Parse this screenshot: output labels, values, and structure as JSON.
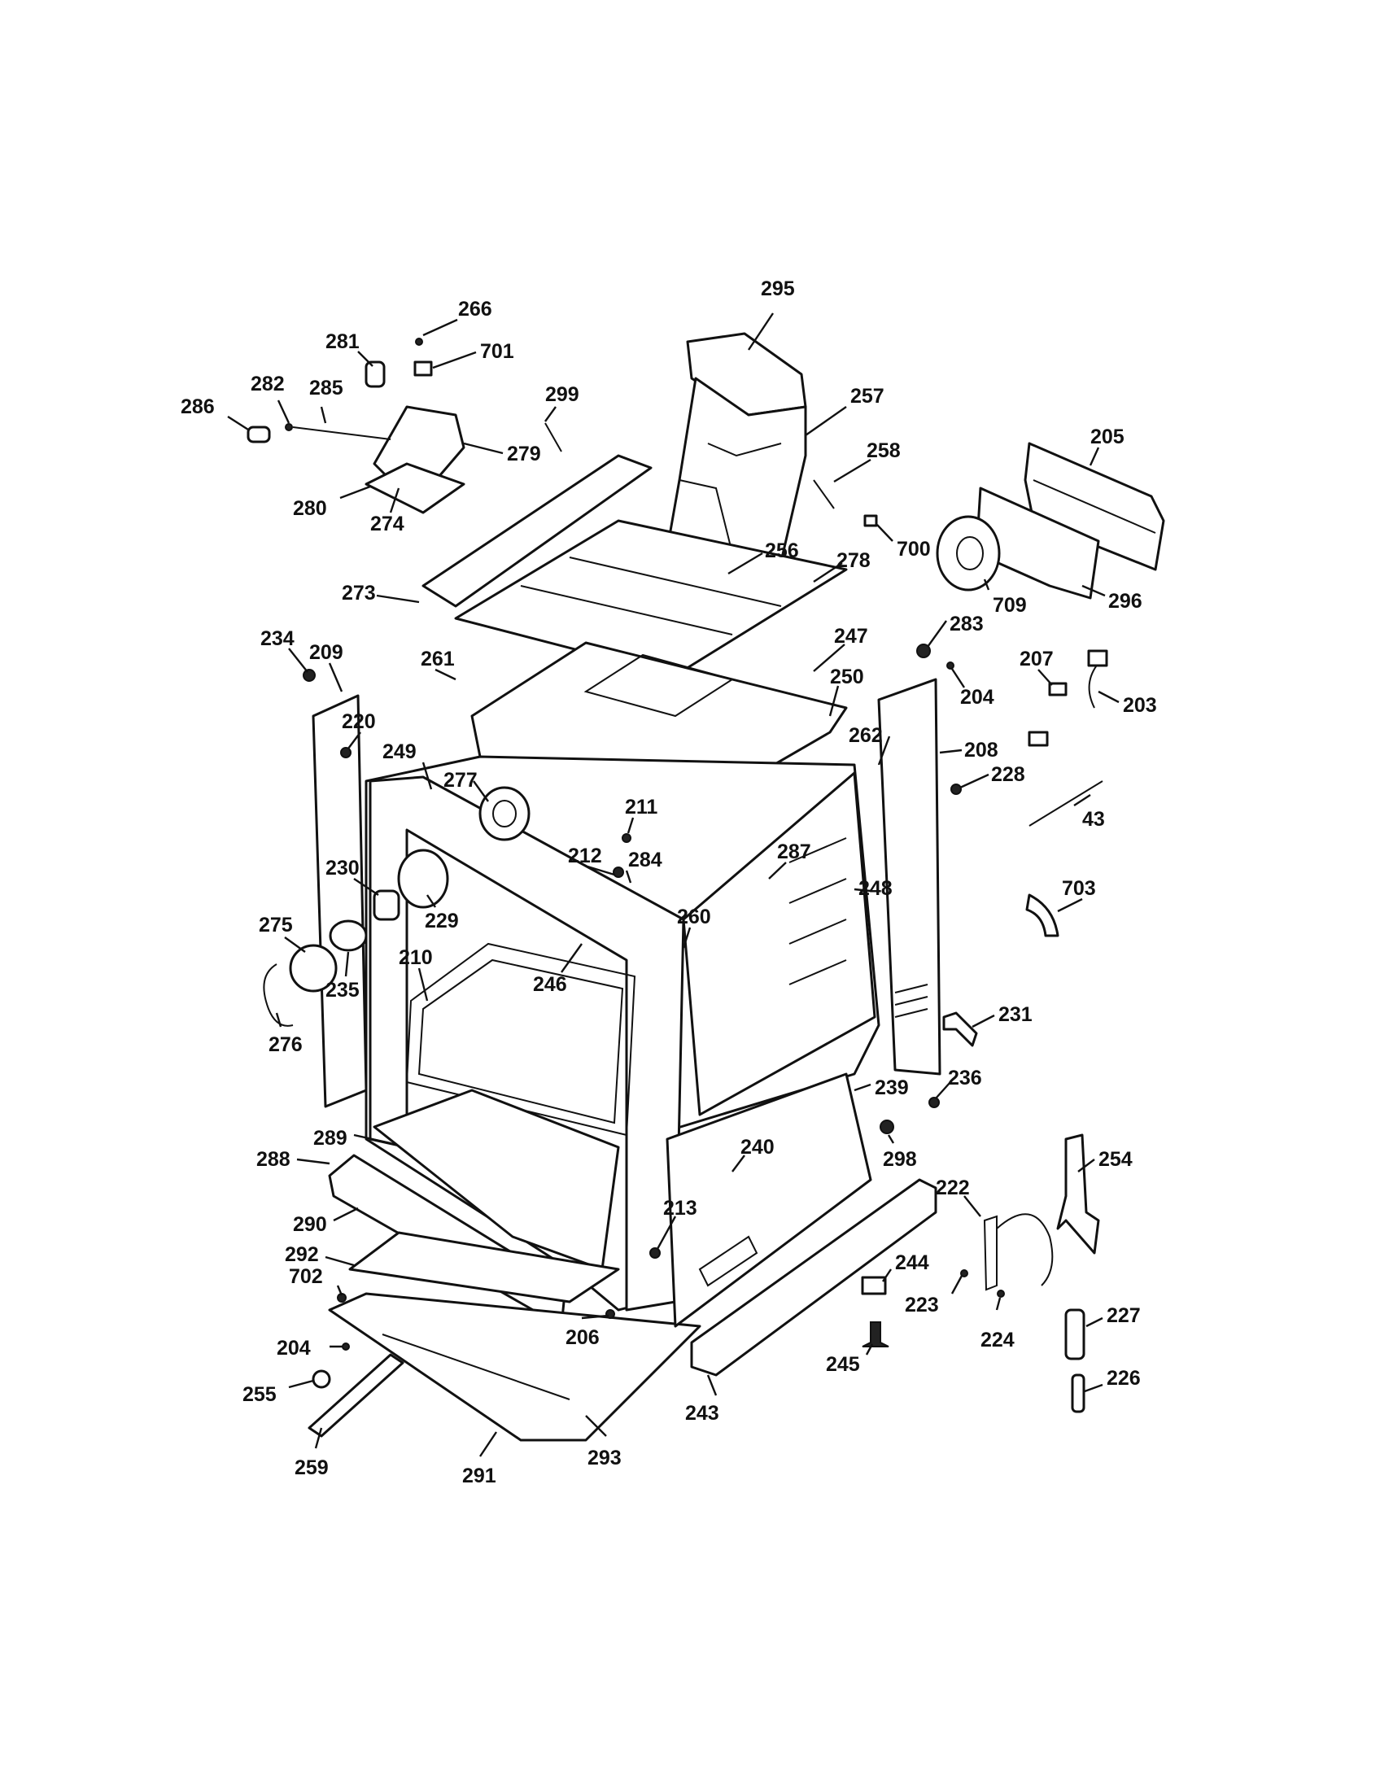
{
  "diagram": {
    "callouts": [
      {
        "id": "c295",
        "label": "295"
      },
      {
        "id": "c266",
        "label": "266"
      },
      {
        "id": "c281",
        "label": "281"
      },
      {
        "id": "c701",
        "label": "701"
      },
      {
        "id": "c257",
        "label": "257"
      },
      {
        "id": "c282",
        "label": "282"
      },
      {
        "id": "c285",
        "label": "285"
      },
      {
        "id": "c299",
        "label": "299"
      },
      {
        "id": "c286",
        "label": "286"
      },
      {
        "id": "c205",
        "label": "205"
      },
      {
        "id": "c279",
        "label": "279"
      },
      {
        "id": "c258",
        "label": "258"
      },
      {
        "id": "c280",
        "label": "280"
      },
      {
        "id": "c274",
        "label": "274"
      },
      {
        "id": "c700",
        "label": "700"
      },
      {
        "id": "c256",
        "label": "256"
      },
      {
        "id": "c278",
        "label": "278"
      },
      {
        "id": "c273",
        "label": "273"
      },
      {
        "id": "c709",
        "label": "709"
      },
      {
        "id": "c296",
        "label": "296"
      },
      {
        "id": "c283",
        "label": "283"
      },
      {
        "id": "c234",
        "label": "234"
      },
      {
        "id": "c247",
        "label": "247"
      },
      {
        "id": "c209",
        "label": "209"
      },
      {
        "id": "c261",
        "label": "261"
      },
      {
        "id": "c207",
        "label": "207"
      },
      {
        "id": "c250",
        "label": "250"
      },
      {
        "id": "c204a",
        "label": "204"
      },
      {
        "id": "c203",
        "label": "203"
      },
      {
        "id": "c220",
        "label": "220"
      },
      {
        "id": "c262",
        "label": "262"
      },
      {
        "id": "c208",
        "label": "208"
      },
      {
        "id": "c249",
        "label": "249"
      },
      {
        "id": "c228",
        "label": "228"
      },
      {
        "id": "c277",
        "label": "277"
      },
      {
        "id": "c43",
        "label": "43"
      },
      {
        "id": "c211",
        "label": "211"
      },
      {
        "id": "c287",
        "label": "287"
      },
      {
        "id": "c212",
        "label": "212"
      },
      {
        "id": "c284",
        "label": "284"
      },
      {
        "id": "c230",
        "label": "230"
      },
      {
        "id": "c248",
        "label": "248"
      },
      {
        "id": "c703",
        "label": "703"
      },
      {
        "id": "c229",
        "label": "229"
      },
      {
        "id": "c275",
        "label": "275"
      },
      {
        "id": "c260",
        "label": "260"
      },
      {
        "id": "c210",
        "label": "210"
      },
      {
        "id": "c246",
        "label": "246"
      },
      {
        "id": "c235",
        "label": "235"
      },
      {
        "id": "c231",
        "label": "231"
      },
      {
        "id": "c276",
        "label": "276"
      },
      {
        "id": "c236",
        "label": "236"
      },
      {
        "id": "c239",
        "label": "239"
      },
      {
        "id": "c289",
        "label": "289"
      },
      {
        "id": "c298",
        "label": "298"
      },
      {
        "id": "c288",
        "label": "288"
      },
      {
        "id": "c240",
        "label": "240"
      },
      {
        "id": "c254",
        "label": "254"
      },
      {
        "id": "c222",
        "label": "222"
      },
      {
        "id": "c290",
        "label": "290"
      },
      {
        "id": "c213",
        "label": "213"
      },
      {
        "id": "c292",
        "label": "292"
      },
      {
        "id": "c244",
        "label": "244"
      },
      {
        "id": "c702",
        "label": "702"
      },
      {
        "id": "c223",
        "label": "223"
      },
      {
        "id": "c227",
        "label": "227"
      },
      {
        "id": "c206",
        "label": "206"
      },
      {
        "id": "c224",
        "label": "224"
      },
      {
        "id": "c204b",
        "label": "204"
      },
      {
        "id": "c245",
        "label": "245"
      },
      {
        "id": "c226",
        "label": "226"
      },
      {
        "id": "c255",
        "label": "255"
      },
      {
        "id": "c243",
        "label": "243"
      },
      {
        "id": "c293",
        "label": "293"
      },
      {
        "id": "c259",
        "label": "259"
      },
      {
        "id": "c291",
        "label": "291"
      }
    ]
  }
}
